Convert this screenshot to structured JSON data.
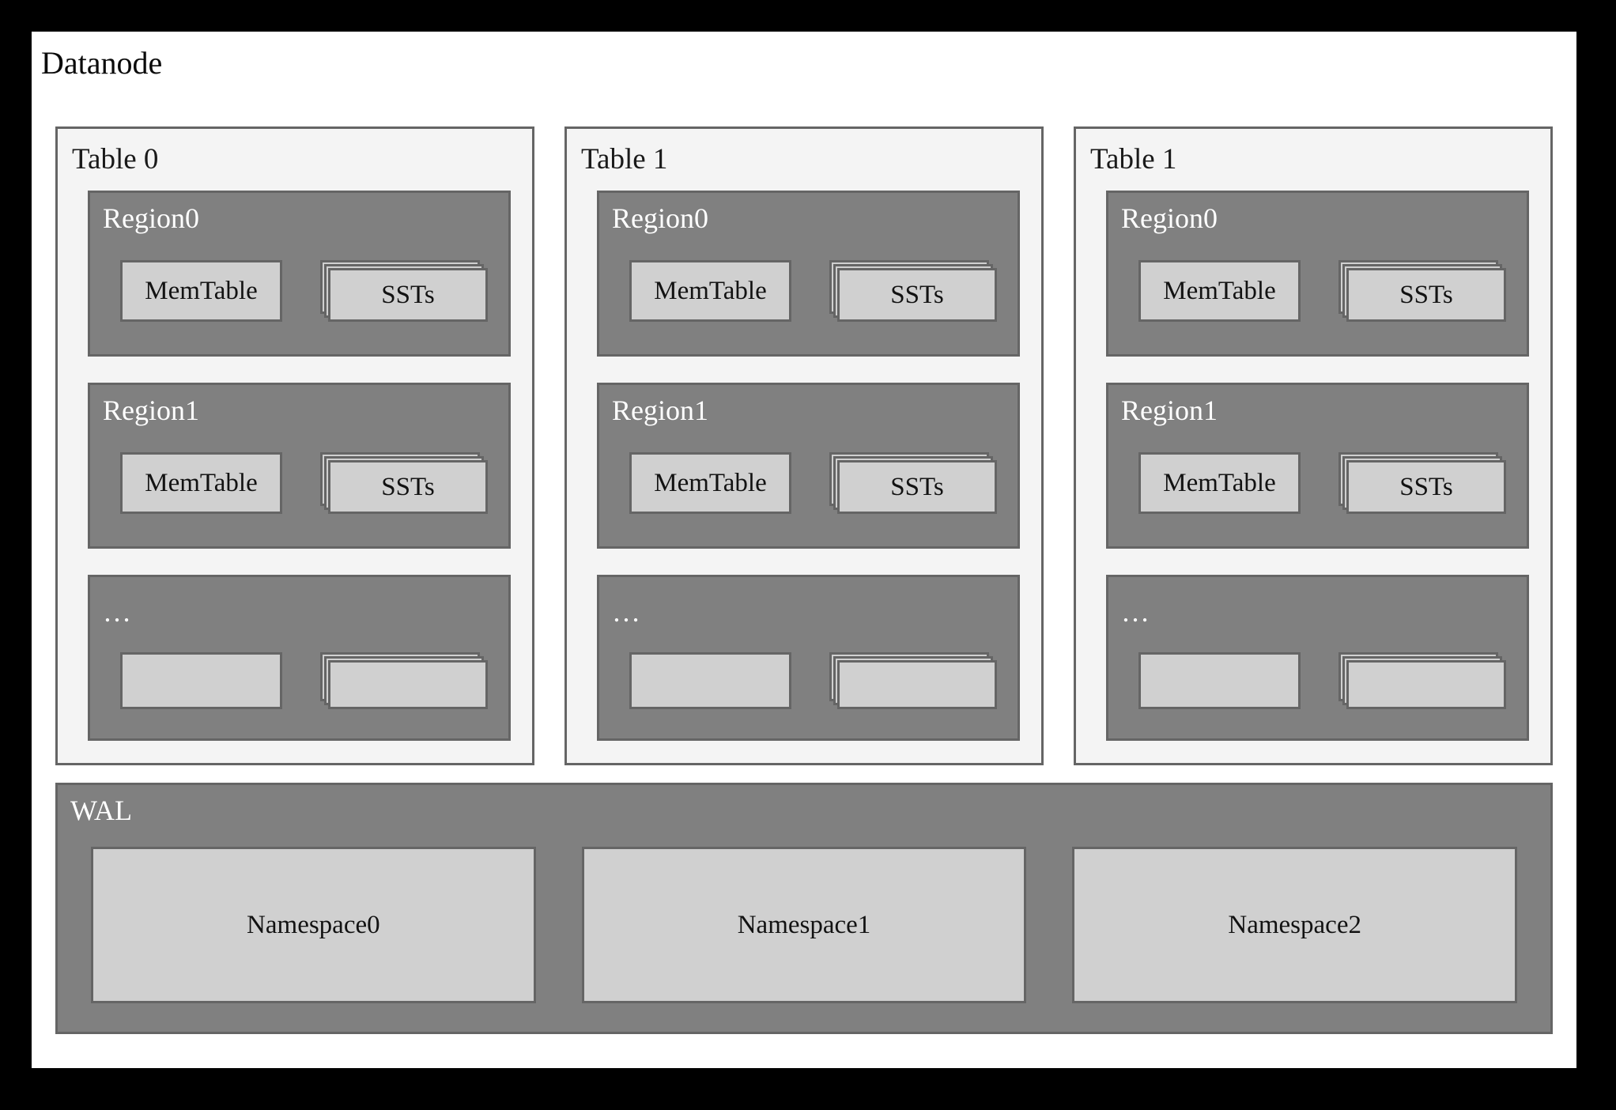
{
  "diagram": {
    "title": "Datanode",
    "type": "architecture-block-diagram",
    "colors": {
      "outer_frame": "#000000",
      "canvas": "#ffffff",
      "table_panel_fill": "#f4f4f4",
      "region_fill": "#808080",
      "inner_box_fill": "#d0d0d0",
      "border": "#656565",
      "light_label": "#ffffff",
      "dark_label": "#121212"
    }
  },
  "tables": [
    {
      "label": "Table 0",
      "regions": [
        {
          "label": "Region0",
          "is_ellipsis": false,
          "memtable_label": "MemTable",
          "sst_label": "SSTs",
          "sst_stack_layers": 3
        },
        {
          "label": "Region1",
          "is_ellipsis": false,
          "memtable_label": "MemTable",
          "sst_label": "SSTs",
          "sst_stack_layers": 3
        },
        {
          "label": "…",
          "is_ellipsis": true,
          "memtable_label": "",
          "sst_label": "",
          "sst_stack_layers": 3
        }
      ]
    },
    {
      "label": "Table 1",
      "regions": [
        {
          "label": "Region0",
          "is_ellipsis": false,
          "memtable_label": "MemTable",
          "sst_label": "SSTs",
          "sst_stack_layers": 3
        },
        {
          "label": "Region1",
          "is_ellipsis": false,
          "memtable_label": "MemTable",
          "sst_label": "SSTs",
          "sst_stack_layers": 3
        },
        {
          "label": "…",
          "is_ellipsis": true,
          "memtable_label": "",
          "sst_label": "",
          "sst_stack_layers": 3
        }
      ]
    },
    {
      "label": "Table 1",
      "regions": [
        {
          "label": "Region0",
          "is_ellipsis": false,
          "memtable_label": "MemTable",
          "sst_label": "SSTs",
          "sst_stack_layers": 3
        },
        {
          "label": "Region1",
          "is_ellipsis": false,
          "memtable_label": "MemTable",
          "sst_label": "SSTs",
          "sst_stack_layers": 3
        },
        {
          "label": "…",
          "is_ellipsis": true,
          "memtable_label": "",
          "sst_label": "",
          "sst_stack_layers": 3
        }
      ]
    }
  ],
  "wal": {
    "label": "WAL",
    "namespaces": [
      {
        "label": "Namespace0"
      },
      {
        "label": "Namespace1"
      },
      {
        "label": "Namespace2"
      }
    ]
  }
}
